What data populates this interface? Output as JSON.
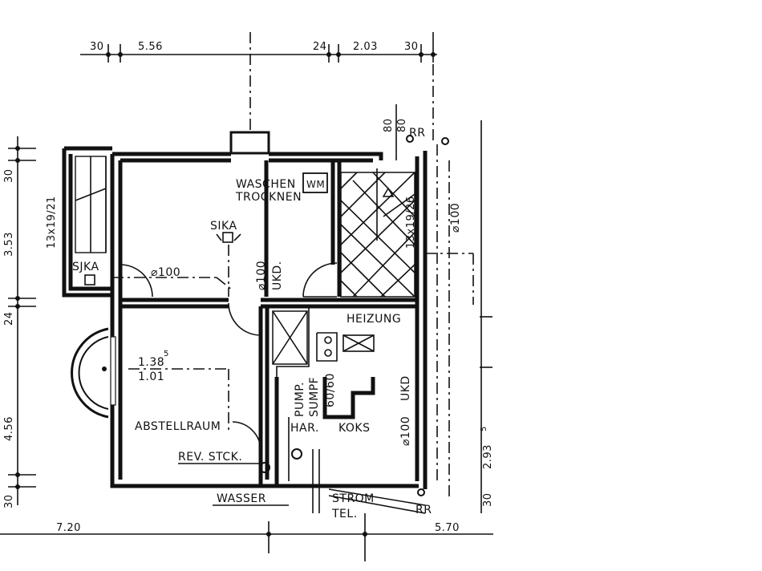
{
  "labels": {
    "waschen": "WASCHEN",
    "trocknen": "TROCKNEN",
    "wm": "WM",
    "sika_1": "SIKA",
    "sika_2": "SJKA",
    "pipe_100_a": "⌀100",
    "pipe_100_b": "⌀100",
    "pipe_100_c": "⌀100",
    "pipe_100_d": "⌀100",
    "ukd_1": "UKD.",
    "ukd_2": "UKD",
    "stair_1": "13x19/21",
    "stair_2": "13x19/26",
    "heizung": "HEIZUNG",
    "height_1": "1.38",
    "height_1_sup": "5",
    "height_2": "1.01",
    "abstellraum": "ABSTELLRAUM",
    "rev_stck": "REV. STCK.",
    "pump": "PUMP.",
    "sumpf": "SUMPF",
    "sumpf_size": "60/60",
    "har": "HAR.",
    "koks": "KOKS",
    "wasser": "WASSER",
    "strom": "STROM",
    "tel": "TEL.",
    "rr_1": "RR",
    "rr_2": "RR"
  },
  "dimensions": {
    "top_30_a": "30",
    "top_556": "5.56",
    "top_24": "24",
    "top_203": "2.03",
    "top_30_b": "30",
    "top_80_a": "80",
    "top_80_b": "80",
    "left_30_a": "30",
    "left_353": "3.53",
    "left_24": "24",
    "left_456": "4.56",
    "left_30_b": "30",
    "bottom_720": "7.20",
    "bottom_570": "5.70",
    "right_293": "2.93",
    "right_293_sup": "5",
    "right_30": "30"
  }
}
